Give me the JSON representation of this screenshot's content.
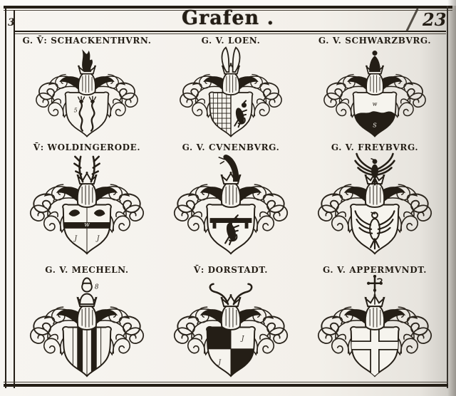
{
  "header": {
    "title": "Grafen .",
    "folio_mark": "3",
    "page_number": "23"
  },
  "colors": {
    "ink": "#241e16",
    "paper": "#f3f0e9",
    "page_edge_shadow": "#c9c6c0"
  },
  "cells": [
    {
      "label": "G. V̄: SCHACKENTHVRN.",
      "arms_name": "schackenthurn",
      "crest": "flaming-plume",
      "charge": "two-crowned-serpents",
      "marks": [
        "",
        "5",
        ""
      ]
    },
    {
      "label": "G. V. LOEN.",
      "arms_name": "loen",
      "crest": "two-ears",
      "charge": "per-pale-masoned-and-lion",
      "marks": [
        "",
        "",
        ""
      ]
    },
    {
      "label": "G. V. SCHWARZBVRG.",
      "arms_name": "schwarzburg",
      "crest": "crowned-cap",
      "charge": "mount-in-base",
      "marks": [
        "",
        "w",
        "S"
      ]
    },
    {
      "label": "V̄: WOLDINGERODE.",
      "arms_name": "woldingerode",
      "crest": "antlers",
      "charge": "quarterly-with-fess",
      "marks": [
        "w",
        "J",
        "J"
      ]
    },
    {
      "label": "G. V. CVNENBVRG.",
      "arms_name": "cunenburg",
      "crest": "hound-head",
      "charge": "lion-with-label",
      "marks": [
        "",
        "",
        ""
      ]
    },
    {
      "label": "G. V. FREYBVRG.",
      "arms_name": "freyburg",
      "crest": "eagle-displayed",
      "charge": "eagle-displayed",
      "marks": [
        "",
        "",
        ""
      ]
    },
    {
      "label": "G. V. MECHELN.",
      "arms_name": "mecheln",
      "crest": "man-bust",
      "charge": "paly-stripes",
      "marks": [
        "8",
        "",
        ""
      ]
    },
    {
      "label": "V̄: DORSTADT.",
      "arms_name": "dorstadt",
      "crest": "two-horns",
      "charge": "quarterly-checky",
      "marks": [
        "",
        "J",
        "J"
      ]
    },
    {
      "label": "G. V. APPERMVNDT.",
      "arms_name": "appermundt",
      "crest": "cross-staff",
      "charge": "plain-cross",
      "marks": [
        "",
        "",
        ""
      ]
    }
  ]
}
